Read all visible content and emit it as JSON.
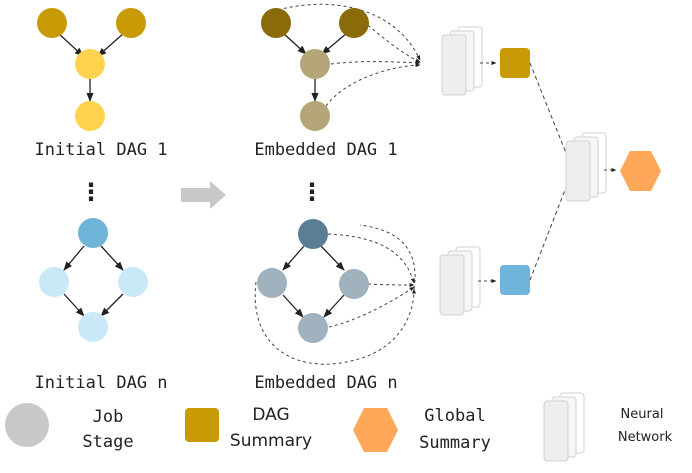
{
  "labels": {
    "initial_dag_1": "Initial DAG 1",
    "embedded_dag_1": "Embedded DAG 1",
    "initial_dag_n": "Initial DAG n",
    "embedded_dag_n": "Embedded DAG n",
    "ellipsis": "⋮"
  },
  "legend": {
    "job_stage_line1": "Job",
    "job_stage_line2": "Stage",
    "dag_summary_line1": "DAG",
    "dag_summary_line2": "Summary",
    "global_summary_line1": "Global",
    "global_summary_line2": "Summary",
    "neural_network_line1": "Neural",
    "neural_network_line2": "Network"
  },
  "colors": {
    "gold_dark": "#C89A06",
    "gold_light": "#FFD24F",
    "olive_dark": "#8A6A09",
    "olive_light": "#B5A67A",
    "blue_mid": "#6FB5DA",
    "blue_light": "#C9E9F8",
    "slate_dark": "#5A7F94",
    "slate_light": "#9FB2BE",
    "orange": "#FFA85A",
    "summary_blue": "#6FB5DA",
    "gray_node": "#C8C8C8",
    "arrow_gray": "#C8C8C8"
  }
}
